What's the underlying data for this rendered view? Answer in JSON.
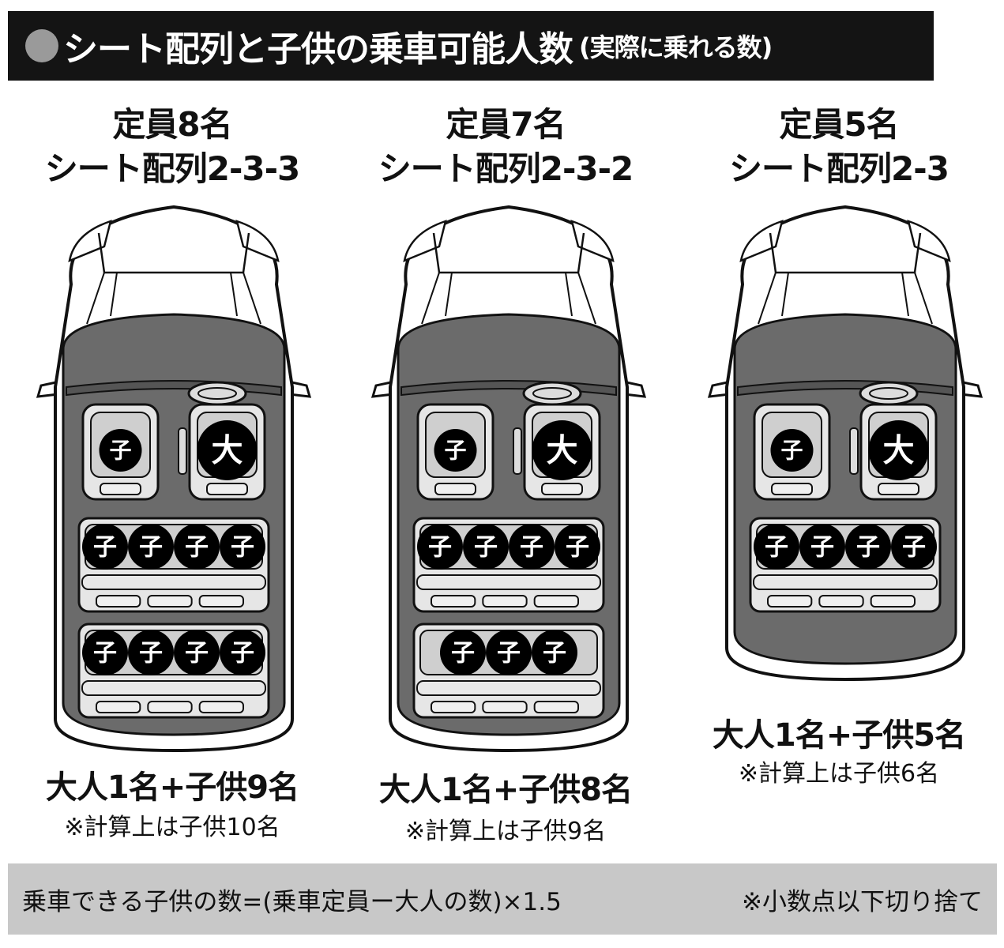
{
  "title": {
    "main": "シート配列と子供の乗車可能人数",
    "sub": "(実際に乗れる数)"
  },
  "badges": {
    "child": "子",
    "adult": "大"
  },
  "colors": {
    "title_bg": "#141414",
    "interior": "#6b6b6b",
    "seat": "#e6e6e6",
    "circle": "#000000",
    "formula_bg": "#c8c8c8"
  },
  "cars": [
    {
      "capacity": "定員8名",
      "layout": "シート配列2-3-3",
      "result": "大人1名+子供9名",
      "note": "※計算上は子供10名",
      "rows": [
        [
          1,
          1
        ],
        [
          4
        ],
        [
          4
        ]
      ]
    },
    {
      "capacity": "定員7名",
      "layout": "シート配列2-3-2",
      "result": "大人1名+子供8名",
      "note": "※計算上は子供9名",
      "rows": [
        [
          1,
          1
        ],
        [
          4
        ],
        [
          3
        ]
      ]
    },
    {
      "capacity": "定員5名",
      "layout": "シート配列2-3",
      "result": "大人1名+子供5名",
      "note": "※計算上は子供6名",
      "rows": [
        [
          1,
          1
        ],
        [
          4
        ]
      ]
    }
  ],
  "formula": {
    "text": "乗車できる子供の数=(乗車定員ー大人の数)×1.5",
    "note": "※小数点以下切り捨て"
  }
}
